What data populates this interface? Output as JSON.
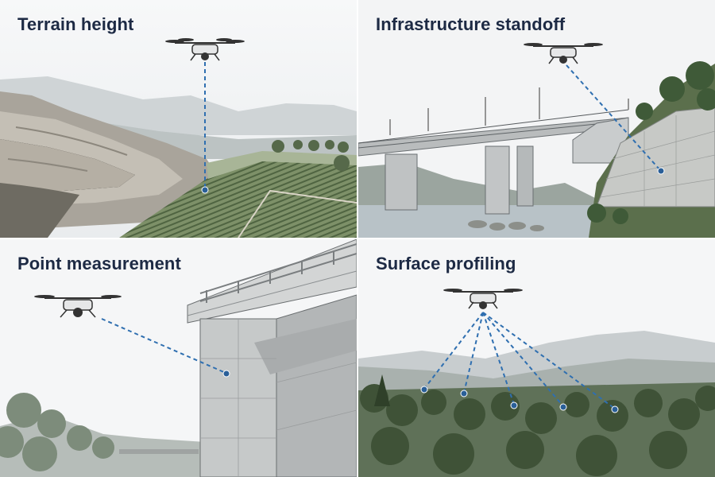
{
  "panels": [
    {
      "id": "terrain",
      "title": "Terrain height"
    },
    {
      "id": "standoff",
      "title": "Infrastructure standoff"
    },
    {
      "id": "point",
      "title": "Point measurement"
    },
    {
      "id": "profiling",
      "title": "Surface profiling"
    }
  ],
  "colors": {
    "title": "#1d2a44",
    "measure_line": "#2f6fb0",
    "measure_dot": "#2a5f98"
  }
}
